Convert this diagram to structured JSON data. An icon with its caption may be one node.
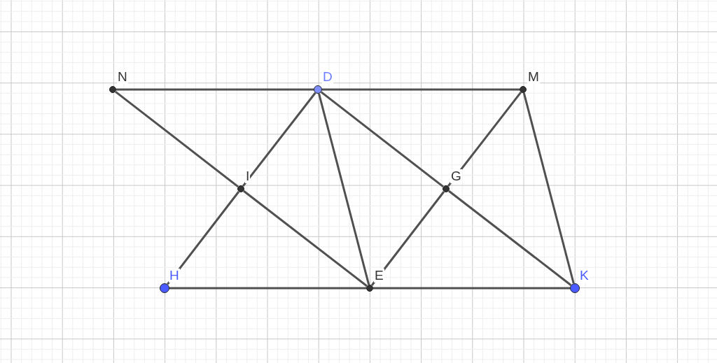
{
  "diagram": {
    "nodes": [
      {
        "text": [
          "N"
        ]
      },
      {
        "text": [
          "D"
        ]
      },
      {
        "text": [
          "M"
        ]
      },
      {
        "text": [
          "I"
        ]
      },
      {
        "text": [
          "G"
        ]
      },
      {
        "text": [
          "H"
        ]
      },
      {
        "text": [
          "E"
        ]
      },
      {
        "text": [
          "K"
        ]
      }
    ],
    "edges": [
      {
        "from": 0,
        "to": 1,
        "arrow": "none"
      },
      {
        "from": 1,
        "to": 2,
        "arrow": "none"
      },
      {
        "from": 0,
        "to": 3,
        "arrow": "none"
      },
      {
        "from": 3,
        "to": 6,
        "arrow": "none"
      },
      {
        "from": 1,
        "to": 3,
        "arrow": "none"
      },
      {
        "from": 3,
        "to": 5,
        "arrow": "none"
      },
      {
        "from": 1,
        "to": 6,
        "arrow": "none"
      },
      {
        "from": 1,
        "to": 4,
        "arrow": "none"
      },
      {
        "from": 4,
        "to": 7,
        "arrow": "none"
      },
      {
        "from": 2,
        "to": 4,
        "arrow": "none"
      },
      {
        "from": 4,
        "to": 6,
        "arrow": "none"
      },
      {
        "from": 2,
        "to": 7,
        "arrow": "none"
      },
      {
        "from": 5,
        "to": 6,
        "arrow": "none"
      },
      {
        "from": 6,
        "to": 7,
        "arrow": "none"
      }
    ]
  }
}
